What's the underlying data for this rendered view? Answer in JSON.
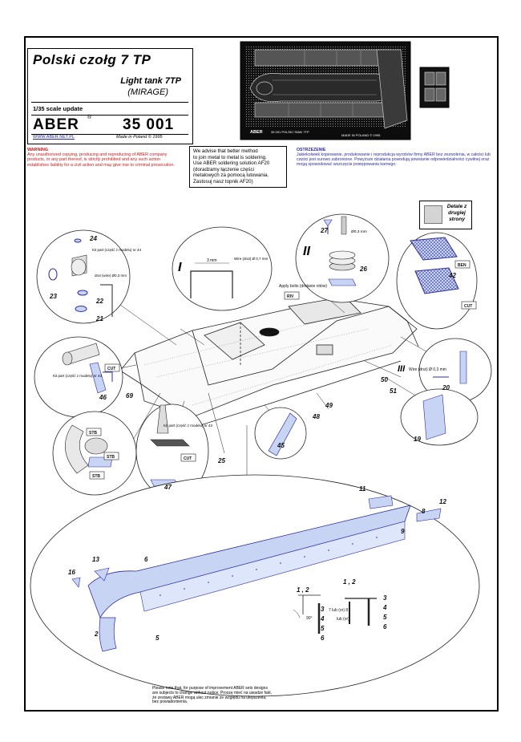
{
  "header": {
    "title_pl": "Polski  czołg 7 TP",
    "title_en": "Light tank 7TP",
    "subtitle": "(MIRAGE)",
    "scale": "1/35 scale update",
    "brand": "ABER",
    "brand_mark": "®",
    "code": "35 001",
    "url": "WWW.ABER.NET.PL",
    "made": "Made in Poland © 1995"
  },
  "warning": {
    "heading": "WARNING",
    "text": "Any unauthorized copying, producing and reproducing of ABER company products, or any part thereof, is strictly prohibited and any such action establishes liability for a civil action and may give rise to criminal prosecution."
  },
  "advice": {
    "lines": [
      "We advise that better method",
      "to join metal to metal is soldering.",
      "Use ABER soldering solution AF20",
      "(doradzamy łączenie części",
      "metalowych za pomocą lutowania.",
      "Zastosuj nasz topnik AF20)"
    ]
  },
  "ostrzezenie": {
    "heading": "OSTRZEZENIE",
    "text": "Jakiekolwiek kopiowanie, produkowanie i reprodukcja wyrobów firmy ABER bez zezwolenia, w całości lub części jest surowo zabronione. Powyższe działania powodują powstanie odpowiedzialności cywilnej oraz mogą spowodować wszczęcie postępowania karnego."
  },
  "legend": {
    "text": "Detale z drugiej strony",
    "swatch_color": "#d4d4d4"
  },
  "fret": {
    "brand": "ABER",
    "caption": "35 001 POLSKI  TANK 7TP",
    "made": "MADE IN POLAND  © 1995"
  },
  "callouts": {
    "roman_1": "I",
    "roman_2": "II",
    "roman_3": "III",
    "kit_part_a": "Kit part (część z modelu) nr 44",
    "kit_part_b": "Kit part (część z modelu) nr 43",
    "kit_part_c": "Kit part (część z modelu) nr 43",
    "wire_a": "drut (wire) Ø0,3 mm",
    "wire_b": "Wire (drut) Ø 0,7 mm",
    "wire_c": "Ø0,3 mm",
    "wire_d": "Wire (drut) Ø 0,3 mm",
    "dim_3mm": "3 mm",
    "apply_bolts": "Apply bolts (dodanie nitów)",
    "riv": "RIV",
    "ben": "BEN",
    "cut": "CUT",
    "stb": "STB",
    "or_a": "7 lub (or) 8",
    "or_b": "lub (or)",
    "angle": "90°"
  },
  "part_numbers": {
    "p1": "1",
    "p2": "2",
    "p12": "1 , 2",
    "p3": "3",
    "p4": "4",
    "p5": "5",
    "p6": "6",
    "p7": "7",
    "p8": "8",
    "p9": "9",
    "p11": "11",
    "p12b": "12",
    "p13": "13",
    "p16": "16",
    "p19": "19",
    "p20": "20",
    "p21": "21",
    "p22": "22",
    "p23": "23",
    "p24": "24",
    "p25": "25",
    "p26": "26",
    "p27": "27",
    "p42": "42",
    "p45": "45",
    "p46": "46",
    "p47": "47",
    "p48": "48",
    "p49": "49",
    "p50": "50",
    "p51": "51",
    "p69": "69"
  },
  "note": {
    "text": "Please note that, for purpose of improvement ABER sets designs are subjects to change without notice. Proszę mieć na uwadze fakt, że zestawy ABER mogą ulec zmianie ze względu na ulepszenia, bez powiadomienia."
  },
  "colors": {
    "warning": "#d01818",
    "part_blue": "#2c2ca0",
    "part_fill": "#c8d4f4"
  }
}
